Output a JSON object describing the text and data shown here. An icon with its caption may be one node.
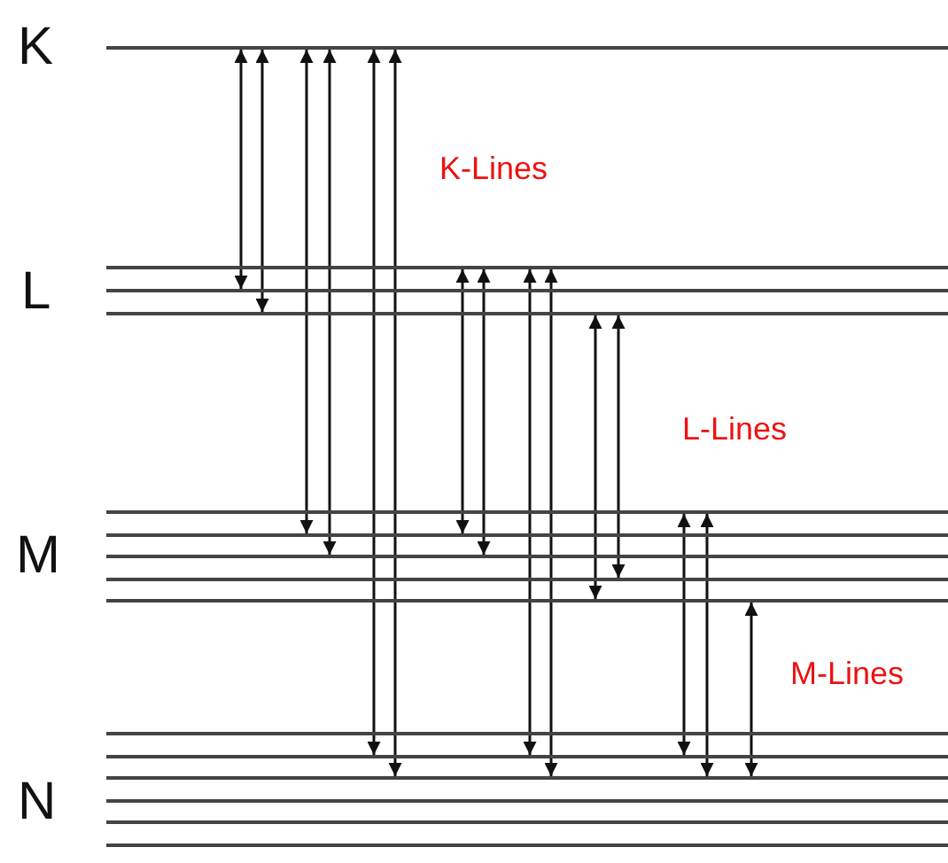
{
  "diagram": {
    "nodes": [
      {
        "text": [],
        "shape": "bar"
      },
      {
        "text": [],
        "shape": "bar"
      },
      {
        "text": [],
        "shape": "bar"
      },
      {
        "text": [],
        "shape": "bar"
      },
      {
        "text": [],
        "shape": "bar"
      },
      {
        "text": [],
        "shape": "bar"
      },
      {
        "text": [],
        "shape": "bar"
      },
      {
        "text": [],
        "shape": "bar"
      },
      {
        "text": [],
        "shape": "bar"
      },
      {
        "text": [],
        "shape": "bar"
      },
      {
        "text": [],
        "shape": "bar"
      },
      {
        "text": [],
        "shape": "bar"
      },
      {
        "text": [],
        "shape": "bar"
      },
      {
        "text": [],
        "shape": "bar"
      },
      {
        "text": [],
        "shape": "bar"
      }
    ],
    "edges": [
      {
        "from": 0,
        "to": 2,
        "arrow": "both"
      },
      {
        "from": 0,
        "to": 3,
        "arrow": "both"
      },
      {
        "from": 0,
        "to": 5,
        "arrow": "both"
      },
      {
        "from": 0,
        "to": 6,
        "arrow": "both"
      },
      {
        "from": 0,
        "to": 10,
        "arrow": "both"
      },
      {
        "from": 0,
        "to": 11,
        "arrow": "both"
      },
      {
        "from": 1,
        "to": 5,
        "arrow": "both"
      },
      {
        "from": 1,
        "to": 6,
        "arrow": "both"
      },
      {
        "from": 1,
        "to": 10,
        "arrow": "both"
      },
      {
        "from": 1,
        "to": 11,
        "arrow": "both"
      },
      {
        "from": 3,
        "to": 8,
        "arrow": "both"
      },
      {
        "from": 3,
        "to": 7,
        "arrow": "both"
      },
      {
        "from": 4,
        "to": 10,
        "arrow": "both"
      },
      {
        "from": 4,
        "to": 11,
        "arrow": "both"
      },
      {
        "from": 8,
        "to": 11,
        "arrow": "both"
      }
    ],
    "labels": [
      "K",
      "K-Lines",
      "L",
      "L-Lines",
      "M",
      "M-Lines",
      "N"
    ]
  }
}
